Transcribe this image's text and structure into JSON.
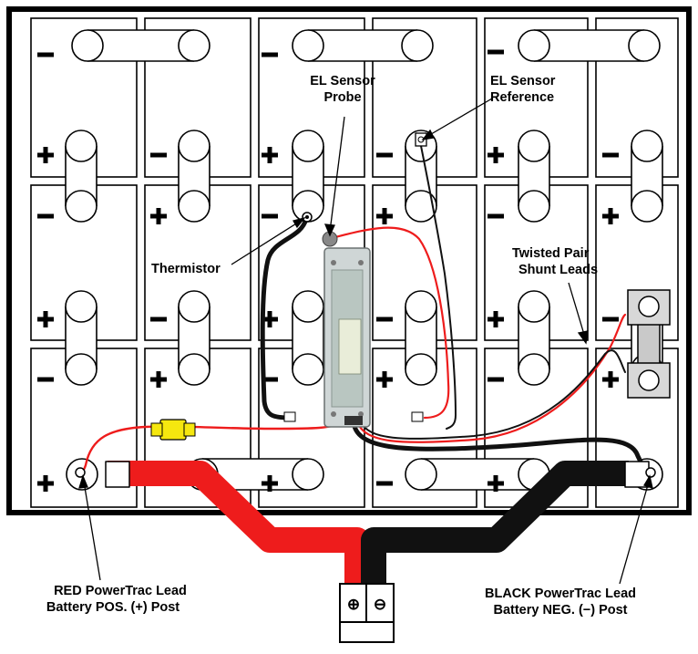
{
  "diagram": {
    "labels": {
      "el_probe_1": "EL Sensor",
      "el_probe_2": "Probe",
      "el_ref_1": "EL Sensor",
      "el_ref_2": "Reference",
      "thermistor": "Thermistor",
      "shunt_1": "Twisted Pair",
      "shunt_2": "Shunt Leads",
      "red_lead_1": "RED PowerTrac Lead",
      "red_lead_2": "Battery POS. (+) Post",
      "black_lead_1": "BLACK PowerTrac Lead",
      "black_lead_2": "Battery NEG. (−) Post"
    },
    "plug": {
      "pos_symbol": "⊕",
      "neg_symbol": "⊖"
    },
    "colors": {
      "red_lead": "#ee1c1c",
      "black_lead": "#111111",
      "fuse": "#f5e70f",
      "module": "#cfd6d6",
      "shunt": "#c9c9c9",
      "frame": "#000000"
    }
  }
}
